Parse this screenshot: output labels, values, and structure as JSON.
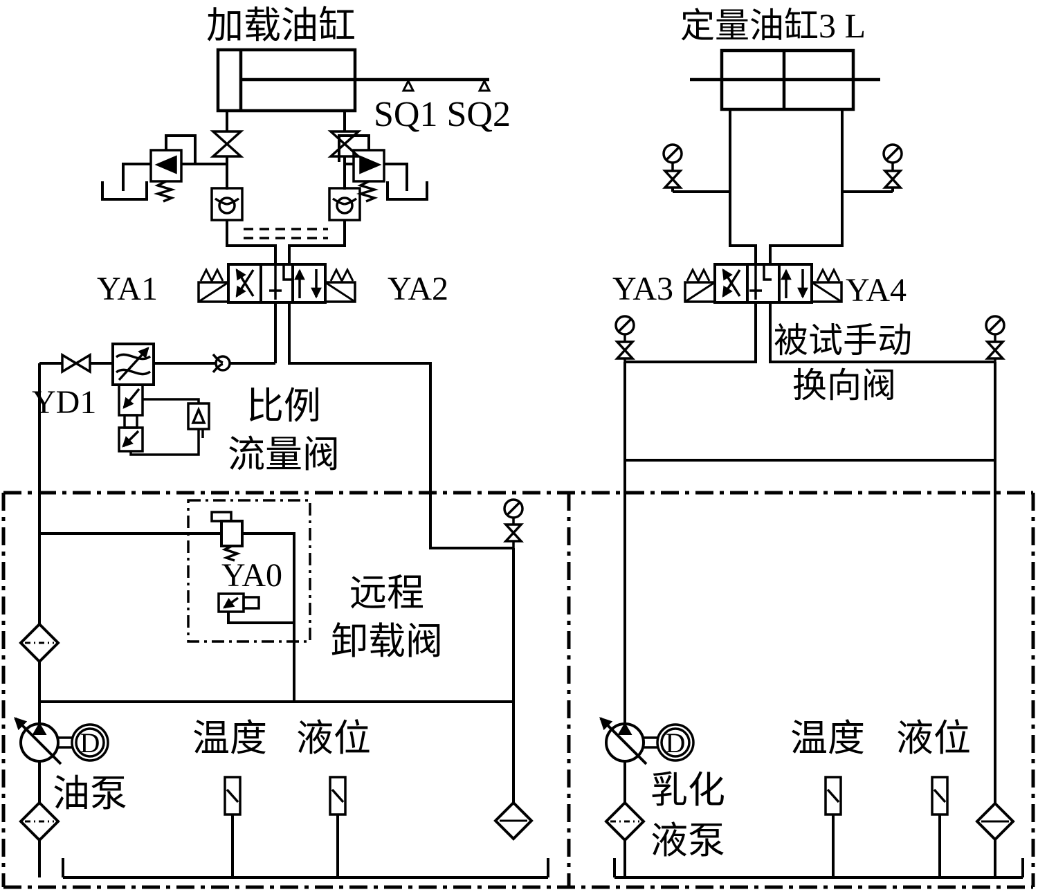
{
  "labels": {
    "loading_cylinder": "加载油缸",
    "metering_cylinder": "定量油缸3 L",
    "limit_switches": "SQ1 SQ2",
    "ya1": "YA1",
    "ya2": "YA2",
    "ya3": "YA3",
    "ya4": "YA4",
    "yd1": "YD1",
    "ya0": "YA0",
    "proportional_flow_1": "比例",
    "proportional_flow_2": "流量阀",
    "tested_manual_1": "被试手动",
    "tested_manual_2": "换向阀",
    "remote_unload_1": "远程",
    "remote_unload_2": "卸载阀",
    "oil_pump": "油泵",
    "emulsion_pump_1": "乳化",
    "emulsion_pump_2": "液泵",
    "temperature": "温度",
    "liquid_level": "液位",
    "motor_letter": "D"
  },
  "colors": {
    "line": "#000000",
    "background": "#ffffff"
  }
}
